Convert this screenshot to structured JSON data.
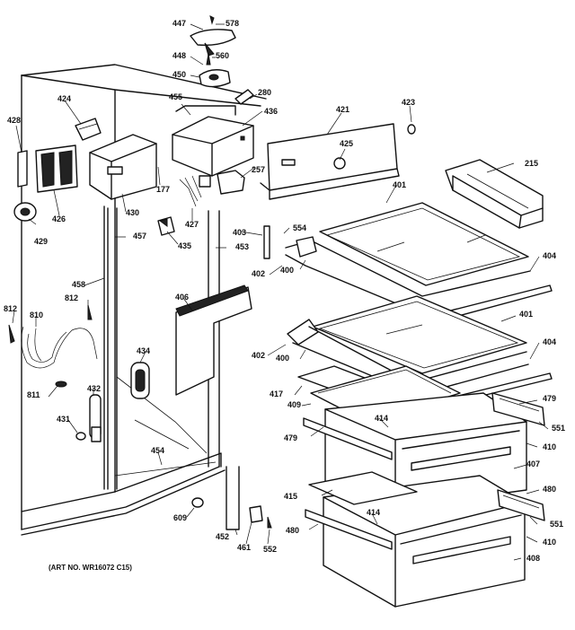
{
  "art_number": "(ART NO. WR16072 C15)",
  "callouts": [
    {
      "id": "c447",
      "text": "447"
    },
    {
      "id": "c578",
      "text": "578"
    },
    {
      "id": "c448",
      "text": "448"
    },
    {
      "id": "c560",
      "text": "560"
    },
    {
      "id": "c450",
      "text": "450"
    },
    {
      "id": "c280",
      "text": "280"
    },
    {
      "id": "c424",
      "text": "424"
    },
    {
      "id": "c455",
      "text": "455"
    },
    {
      "id": "c436",
      "text": "436"
    },
    {
      "id": "c421",
      "text": "421"
    },
    {
      "id": "c423",
      "text": "423"
    },
    {
      "id": "c428",
      "text": "428"
    },
    {
      "id": "c425",
      "text": "425"
    },
    {
      "id": "c257",
      "text": "257"
    },
    {
      "id": "c215",
      "text": "215"
    },
    {
      "id": "c401a",
      "text": "401"
    },
    {
      "id": "c177",
      "text": "177"
    },
    {
      "id": "c426",
      "text": "426"
    },
    {
      "id": "c430",
      "text": "430"
    },
    {
      "id": "c427",
      "text": "427"
    },
    {
      "id": "c403",
      "text": "403"
    },
    {
      "id": "c554",
      "text": "554"
    },
    {
      "id": "c429",
      "text": "429"
    },
    {
      "id": "c457",
      "text": "457"
    },
    {
      "id": "c435",
      "text": "435"
    },
    {
      "id": "c453",
      "text": "453"
    },
    {
      "id": "c402a",
      "text": "402"
    },
    {
      "id": "c400a",
      "text": "400"
    },
    {
      "id": "c404a",
      "text": "404"
    },
    {
      "id": "c458",
      "text": "458"
    },
    {
      "id": "c812a",
      "text": "812"
    },
    {
      "id": "c406",
      "text": "406"
    },
    {
      "id": "c812b",
      "text": "812"
    },
    {
      "id": "c810",
      "text": "810"
    },
    {
      "id": "c401b",
      "text": "401"
    },
    {
      "id": "c434",
      "text": "434"
    },
    {
      "id": "c402b",
      "text": "402"
    },
    {
      "id": "c400b",
      "text": "400"
    },
    {
      "id": "c404b",
      "text": "404"
    },
    {
      "id": "c417",
      "text": "417"
    },
    {
      "id": "c409",
      "text": "409"
    },
    {
      "id": "c479a",
      "text": "479"
    },
    {
      "id": "c811",
      "text": "811"
    },
    {
      "id": "c432",
      "text": "432"
    },
    {
      "id": "c414a",
      "text": "414"
    },
    {
      "id": "c551a",
      "text": "551"
    },
    {
      "id": "c431",
      "text": "431"
    },
    {
      "id": "c479b",
      "text": "479"
    },
    {
      "id": "c410a",
      "text": "410"
    },
    {
      "id": "c454",
      "text": "454"
    },
    {
      "id": "c407",
      "text": "407"
    },
    {
      "id": "c415",
      "text": "415"
    },
    {
      "id": "c480a",
      "text": "480"
    },
    {
      "id": "c414b",
      "text": "414"
    },
    {
      "id": "c609",
      "text": "609"
    },
    {
      "id": "c551b",
      "text": "551"
    },
    {
      "id": "c480b",
      "text": "480"
    },
    {
      "id": "c410b",
      "text": "410"
    },
    {
      "id": "c452",
      "text": "452"
    },
    {
      "id": "c461",
      "text": "461"
    },
    {
      "id": "c552",
      "text": "552"
    },
    {
      "id": "c408",
      "text": "408"
    }
  ]
}
